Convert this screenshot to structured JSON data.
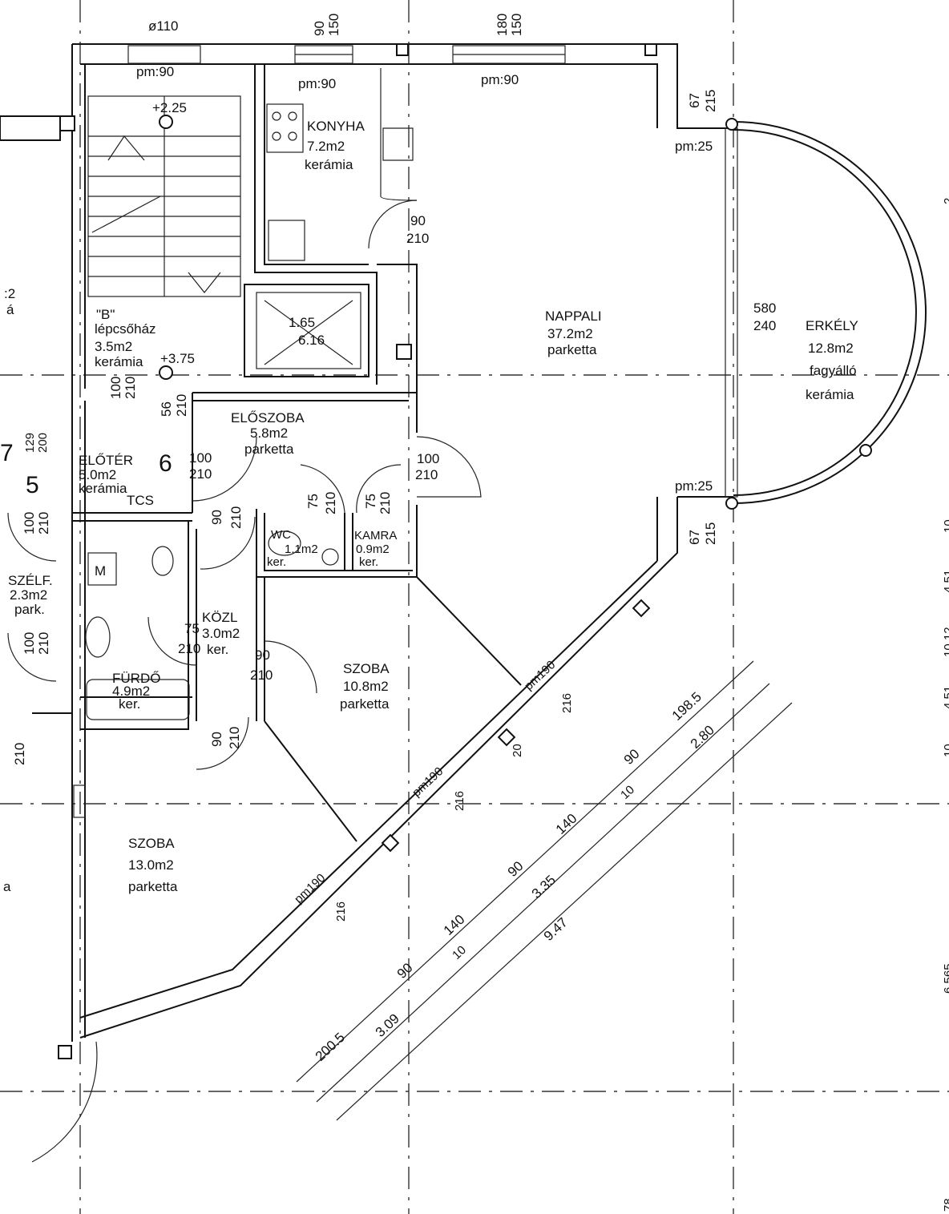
{
  "top_dims": {
    "pipe": "ø110",
    "win1_w": "90",
    "win1_h": "150",
    "win2_w": "180",
    "win2_h": "150"
  },
  "parapets": {
    "stair": "pm:90",
    "kitchen": "pm:90",
    "living": "pm:90",
    "balcony_top": "pm:25",
    "balcony_bottom": "pm:25",
    "diag1": "pm190",
    "diag2": "pm190",
    "diag3": "pm190"
  },
  "levels": {
    "upper": "+2.25",
    "lower": "+3.75"
  },
  "rooms": {
    "konyha": {
      "name": "KONYHA",
      "area": "7.2m2",
      "floor": "kerámia"
    },
    "nappali": {
      "name": "NAPPALI",
      "area": "37.2m2",
      "floor": "parketta"
    },
    "erkely": {
      "name": "ERKÉLY",
      "area": "12.8m2",
      "floor1": "fagyálló",
      "floor2": "kerámia"
    },
    "lepcsohaz": {
      "tag": "\"B\"",
      "name": "lépcsőház",
      "area": "3.5m2",
      "floor": "kerámia"
    },
    "eloszoba": {
      "name": "ELŐSZOBA",
      "area": "5.8m2",
      "floor": "parketta"
    },
    "eloter": {
      "name": "ELŐTÉR",
      "area": "5.0m2",
      "floor": "kerámia"
    },
    "szelf": {
      "name": "SZÉLF.",
      "area": "2.3m2",
      "floor": "park."
    },
    "wc": {
      "name": "WC",
      "area": "1.1m2",
      "floor": "ker."
    },
    "kamra": {
      "name": "KAMRA",
      "area": "0.9m2",
      "floor": "ker."
    },
    "kozl": {
      "name": "KÖZL",
      "area": "3.0m2",
      "floor": "ker."
    },
    "furdo": {
      "name": "FÜRDŐ",
      "area": "4.9m2",
      "floor": "ker."
    },
    "szoba1": {
      "name": "SZOBA",
      "area": "10.8m2",
      "floor": "parketta"
    },
    "szoba2": {
      "name": "SZOBA",
      "area": "13.0m2",
      "floor": "parketta"
    }
  },
  "elevator": {
    "w": "1.65",
    "d": "6.16"
  },
  "doors": [
    {
      "w": "90",
      "h": "210"
    },
    {
      "w": "100",
      "h": "210"
    },
    {
      "w": "56",
      "h": "210"
    },
    {
      "w": "129",
      "h": "200"
    },
    {
      "w": "100",
      "h": "210"
    },
    {
      "w": "100",
      "h": "210"
    },
    {
      "w": "90",
      "h": "210"
    },
    {
      "w": "75",
      "h": "210"
    },
    {
      "w": "75",
      "h": "210"
    },
    {
      "w": "100",
      "h": "210"
    },
    {
      "w": "100",
      "h": "210"
    },
    {
      "w": "75",
      "h": "210"
    },
    {
      "w": "90",
      "h": "210"
    },
    {
      "w": "90",
      "h": "210"
    },
    {
      "w": "210",
      "h": ""
    }
  ],
  "balcony_dims": {
    "top_w": "67",
    "top_h": "215",
    "bottom_w": "67",
    "bottom_h": "215",
    "span": "580",
    "height": "240"
  },
  "marks": {
    "tcs": "TCS",
    "m": "M",
    "n5": "5",
    "n6": "6",
    "n7": "7",
    "left_a": "a",
    "left_b": ":2",
    "left_c": "á"
  },
  "diag_dims": {
    "a": "200.5",
    "b": "90",
    "c": "140",
    "d": "90",
    "e": "140",
    "f": "90",
    "g": "198.5",
    "t1": "10",
    "t2": "10",
    "p1": "3.09",
    "p2": "3.35",
    "p3": "2.80",
    "total": "9.47",
    "o1": "216",
    "o2": "216",
    "o3": "216",
    "o4": "20"
  },
  "right_edge": [
    "10",
    "4.51",
    "10.12",
    "4.51",
    "10",
    "6.565",
    "78",
    "2"
  ]
}
